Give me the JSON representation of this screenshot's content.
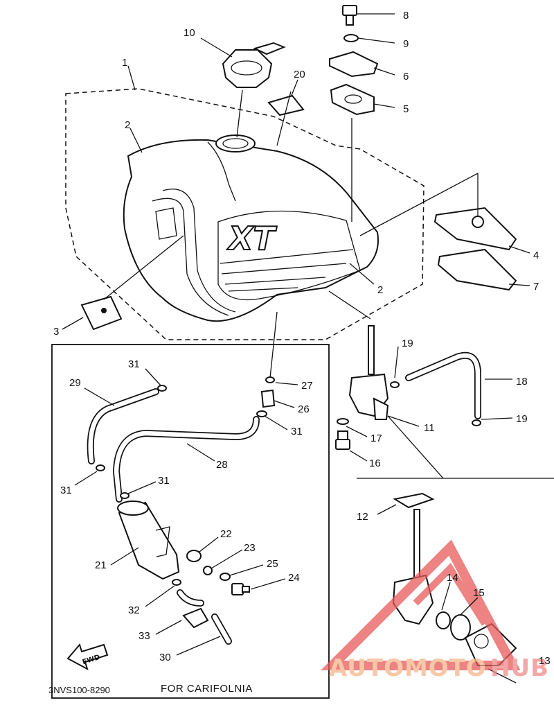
{
  "diagram": {
    "part_numbers": [
      "1",
      "2",
      "2",
      "3",
      "4",
      "5",
      "6",
      "7",
      "8",
      "9",
      "10",
      "11",
      "12",
      "13",
      "14",
      "15",
      "16",
      "17",
      "18",
      "19",
      "19",
      "20",
      "21",
      "22",
      "23",
      "24",
      "25",
      "26",
      "27",
      "28",
      "29",
      "30",
      "31",
      "31",
      "31",
      "31",
      "32",
      "33"
    ],
    "caption_california": "FOR CARIFOLNIA",
    "code": "3NVS100-8290",
    "fwd_label": "FWD",
    "tank_logo": "XT"
  },
  "watermark": {
    "text_left": "AUTOMOTO",
    "text_right": "HUB",
    "color_primary": "#f08a8a",
    "color_secondary": "#f5c89a"
  },
  "icons": [
    "fuel-tank-icon",
    "fuel-cap-icon",
    "fuel-cock-icon",
    "canister-icon",
    "hose-icon",
    "bolt-icon",
    "damper-icon",
    "bracket-icon"
  ]
}
